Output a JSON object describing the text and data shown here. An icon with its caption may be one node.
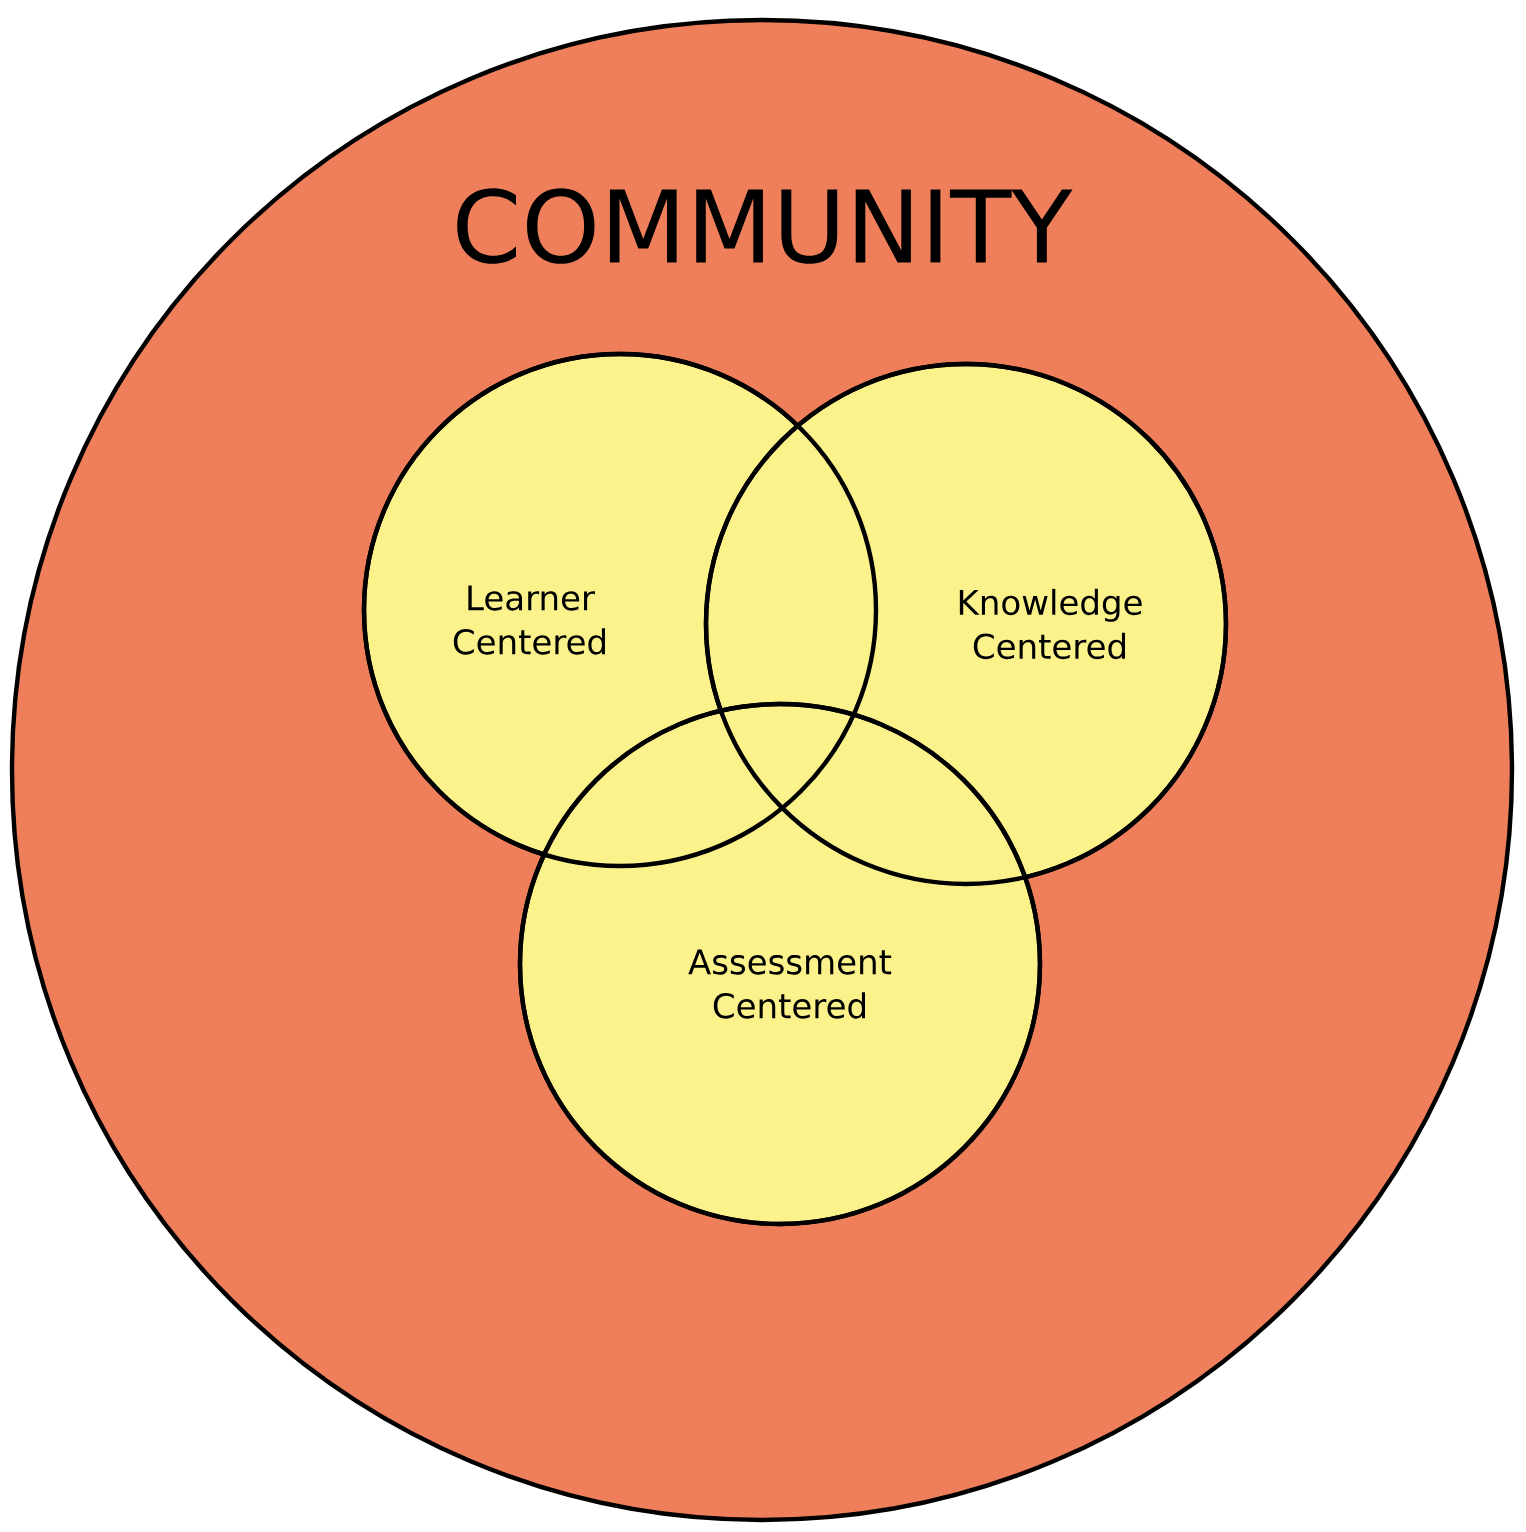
{
  "diagram": {
    "nodes": [
      {
        "text": [
          "COMMUNITY"
        ]
      },
      {
        "text": [
          "Learner Centered"
        ],
        "in": 0
      },
      {
        "text": [
          "Knowledge Centered"
        ],
        "in": 0
      },
      {
        "text": [
          "Assessment Centered"
        ],
        "in": 0
      }
    ]
  }
}
